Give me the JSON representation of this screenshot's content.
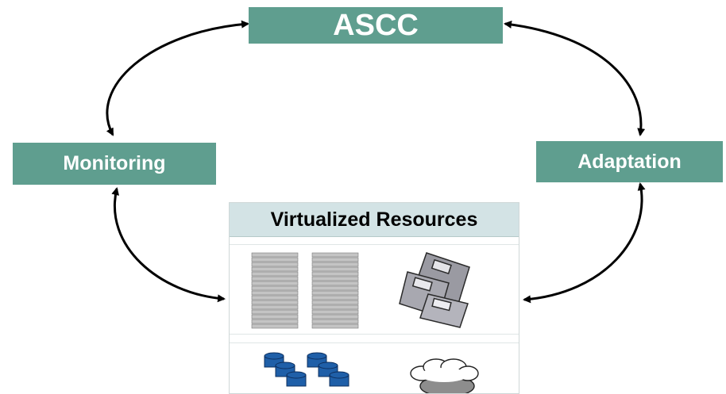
{
  "nodes": {
    "ascc": "ASCC",
    "monitoring": "Monitoring",
    "adaptation": "Adaptation",
    "resources_title": "Virtualized Resources"
  },
  "icons": [
    "server-rack-icon",
    "server-rack-icon",
    "floppy-disks-icon",
    "database-cluster-icon",
    "cloud-icon"
  ],
  "colors": {
    "node_fill": "#5f9e8f",
    "header_fill": "#d3e3e5",
    "db_blue": "#1f5fa8"
  }
}
